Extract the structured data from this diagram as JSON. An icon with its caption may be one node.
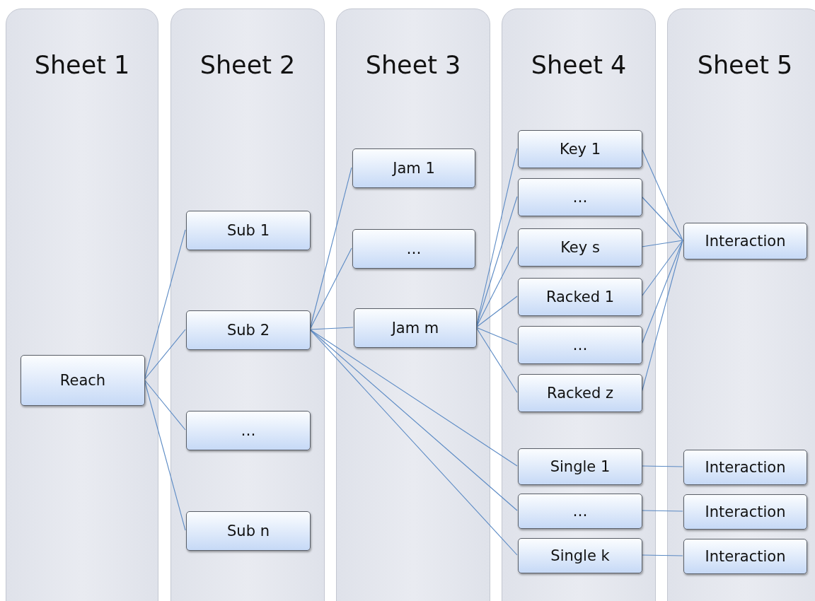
{
  "diagram": {
    "nodes": [
      {
        "text": [
          "Sheet 1"
        ]
      },
      {
        "text": [
          "Sheet 2"
        ]
      },
      {
        "text": [
          "Sheet 3"
        ]
      },
      {
        "text": [
          "Sheet 4"
        ]
      },
      {
        "text": [
          "Sheet 5"
        ]
      },
      {
        "text": [
          "Reach"
        ],
        "in": 0
      },
      {
        "text": [
          "Sub 1"
        ],
        "in": 1
      },
      {
        "text": [
          "Sub 2"
        ],
        "in": 1
      },
      {
        "text": [
          "…"
        ],
        "in": 1
      },
      {
        "text": [
          "Sub n"
        ],
        "in": 1
      },
      {
        "text": [
          "Jam 1"
        ],
        "in": 2
      },
      {
        "text": [
          "…"
        ],
        "in": 2
      },
      {
        "text": [
          "Jam m"
        ],
        "in": 2
      },
      {
        "text": [
          "Key 1"
        ],
        "in": 3
      },
      {
        "text": [
          "…"
        ],
        "in": 3
      },
      {
        "text": [
          "Key s"
        ],
        "in": 3
      },
      {
        "text": [
          "Racked 1"
        ],
        "in": 3
      },
      {
        "text": [
          "…"
        ],
        "in": 3
      },
      {
        "text": [
          "Racked z"
        ],
        "in": 3
      },
      {
        "text": [
          "Single 1"
        ],
        "in": 3
      },
      {
        "text": [
          "…"
        ],
        "in": 3
      },
      {
        "text": [
          "Single k"
        ],
        "in": 3
      },
      {
        "text": [
          "Interaction"
        ],
        "in": 4
      },
      {
        "text": [
          "Interaction"
        ],
        "in": 4
      },
      {
        "text": [
          "Interaction"
        ],
        "in": 4
      },
      {
        "text": [
          "Interaction"
        ],
        "in": 4
      }
    ],
    "edges": [
      {
        "from": 5,
        "to": 6,
        "arrow": "none"
      },
      {
        "from": 5,
        "to": 7,
        "arrow": "none"
      },
      {
        "from": 5,
        "to": 8,
        "arrow": "none"
      },
      {
        "from": 5,
        "to": 9,
        "arrow": "none"
      },
      {
        "from": 7,
        "to": 10,
        "arrow": "none"
      },
      {
        "from": 7,
        "to": 11,
        "arrow": "none"
      },
      {
        "from": 7,
        "to": 12,
        "arrow": "none"
      },
      {
        "from": 7,
        "to": 19,
        "arrow": "none"
      },
      {
        "from": 7,
        "to": 20,
        "arrow": "none"
      },
      {
        "from": 7,
        "to": 21,
        "arrow": "none"
      },
      {
        "from": 12,
        "to": 13,
        "arrow": "none"
      },
      {
        "from": 12,
        "to": 14,
        "arrow": "none"
      },
      {
        "from": 12,
        "to": 15,
        "arrow": "none"
      },
      {
        "from": 12,
        "to": 16,
        "arrow": "none"
      },
      {
        "from": 12,
        "to": 17,
        "arrow": "none"
      },
      {
        "from": 12,
        "to": 18,
        "arrow": "none"
      },
      {
        "from": 13,
        "to": 22,
        "arrow": "none"
      },
      {
        "from": 14,
        "to": 22,
        "arrow": "none"
      },
      {
        "from": 15,
        "to": 22,
        "arrow": "none"
      },
      {
        "from": 16,
        "to": 22,
        "arrow": "none"
      },
      {
        "from": 17,
        "to": 22,
        "arrow": "none"
      },
      {
        "from": 18,
        "to": 22,
        "arrow": "none"
      },
      {
        "from": 19,
        "to": 23,
        "arrow": "none"
      },
      {
        "from": 20,
        "to": 24,
        "arrow": "none"
      },
      {
        "from": 21,
        "to": 25,
        "arrow": "none"
      }
    ]
  }
}
